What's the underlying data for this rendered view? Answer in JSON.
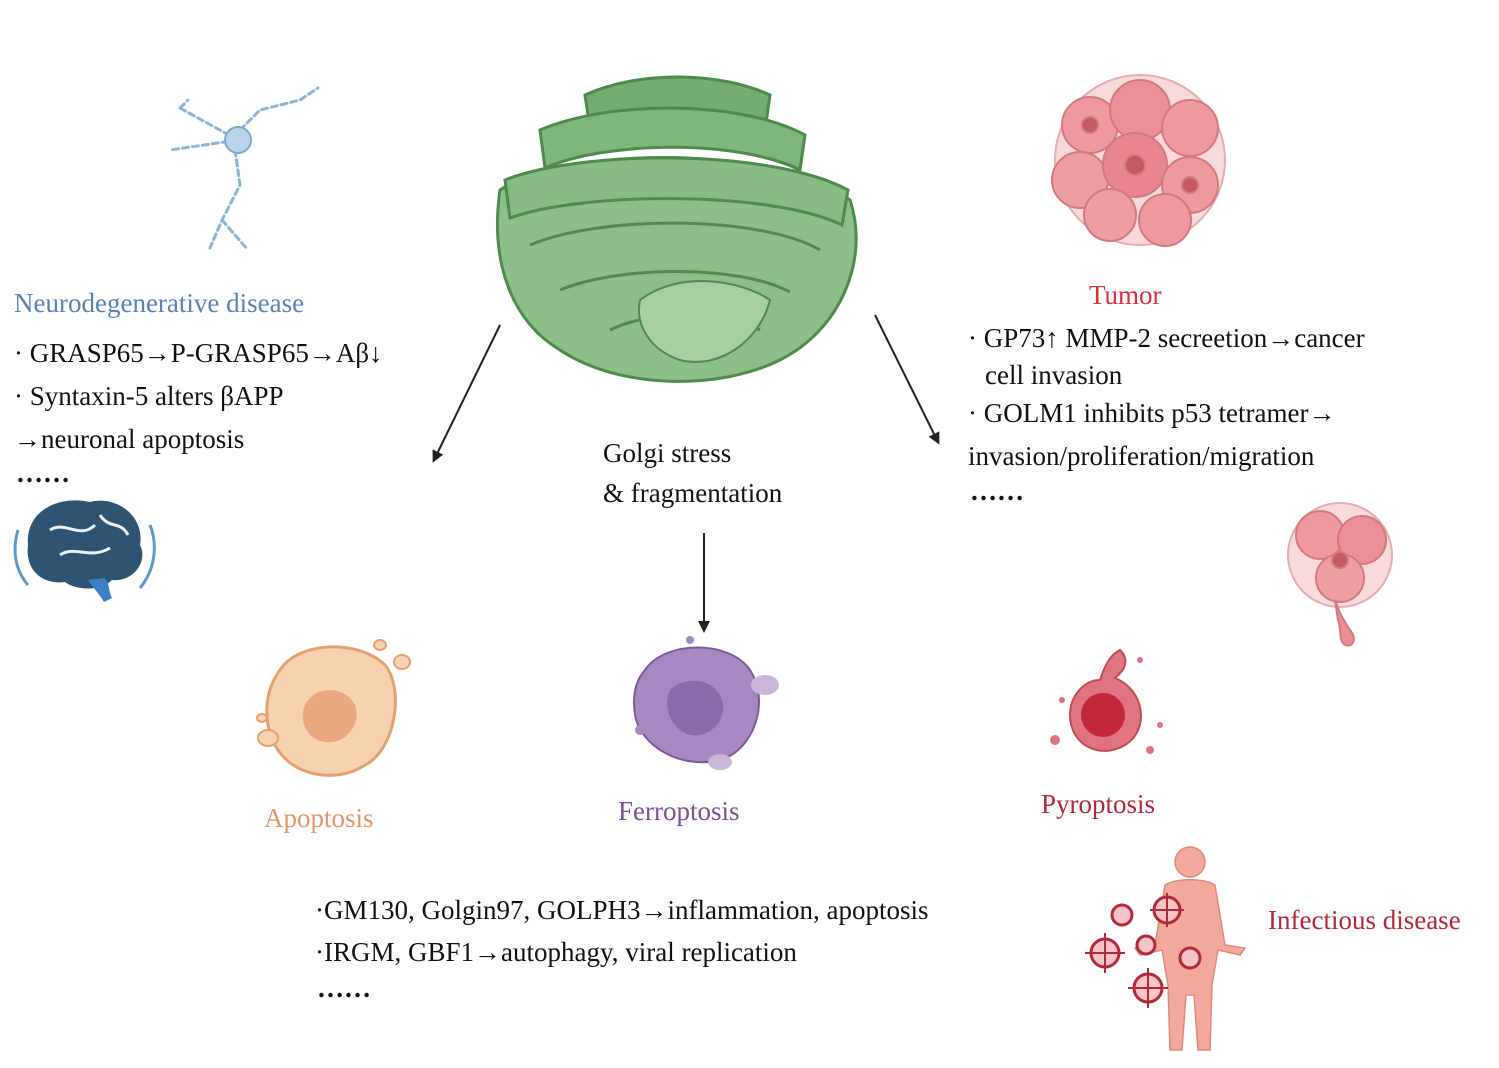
{
  "center": {
    "label_line1": "Golgi stress",
    "label_line2": "& fragmentation",
    "icon": "golgi-apparatus-icon"
  },
  "neuro": {
    "title": "Neurodegenerative disease",
    "line1": "· GRASP65→P-GRASP65→Aβ↓",
    "line2": "· Syntaxin-5 alters βAPP",
    "line3": "→neuronal apoptosis",
    "more": "……",
    "color": "#5b80b3"
  },
  "tumor": {
    "title": "Tumor",
    "line1": "· GP73↑ MMP-2 secreetion→cancer",
    "line2": "cell invasion",
    "line3": "· GOLM1 inhibits p53 tetramer→",
    "line4": "invasion/proliferation/migration",
    "more": "……",
    "color": "#d9323a"
  },
  "deaths": {
    "apoptosis": {
      "label": "Apoptosis",
      "color": "#e6956b"
    },
    "ferroptosis": {
      "label": "Ferroptosis",
      "color": "#7b4f93"
    },
    "pyroptosis": {
      "label": "Pyroptosis",
      "color": "#b22a39"
    }
  },
  "infection": {
    "title": "Infectious disease",
    "line1": "·GM130, Golgin97, GOLPH3→inflammation, apoptosis",
    "line2": "·IRGM, GBF1→autophagy, viral replication",
    "more": "……",
    "color": "#b22a39"
  }
}
